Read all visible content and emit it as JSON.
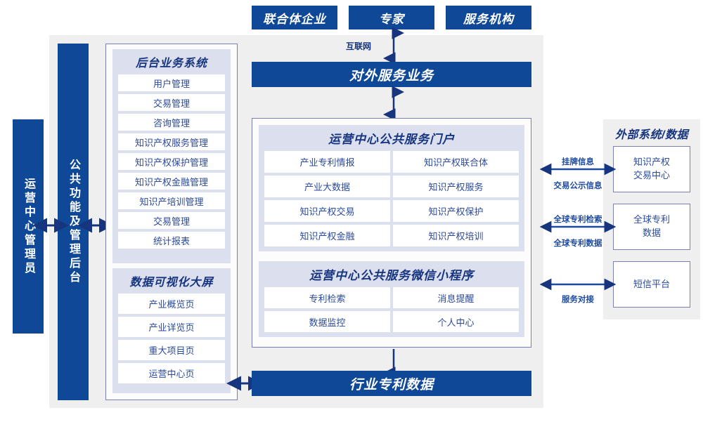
{
  "colors": {
    "brand_blue": "#0E4896",
    "panel_lavender": "#DCDFEE",
    "container_gray": "#EFEFEF",
    "border_purple": "#7B7FB5",
    "text_blue": "#2B4A9B"
  },
  "top_actors": [
    {
      "label": "联合体企业"
    },
    {
      "label": "专家"
    },
    {
      "label": "服务机构"
    }
  ],
  "connectors": {
    "internet_label": "互联网"
  },
  "external_service_bar": {
    "label": "对外服务业务"
  },
  "industry_data_bar": {
    "label": "行业专利数据"
  },
  "left_columns": [
    {
      "label": "运营中心管理员"
    },
    {
      "label": "公共功能及管理后台"
    }
  ],
  "backend_group": {
    "title": "后台业务系统",
    "items": [
      "用户管理",
      "交易管理",
      "咨询管理",
      "知识产权服务管理",
      "知识产权保护管理",
      "知识产权金融管理",
      "知识产培训管理",
      "交易管理",
      "统计报表"
    ]
  },
  "visualization_group": {
    "title": "数据可视化大屏",
    "items": [
      "产业概览页",
      "产业详览页",
      "重大项目页",
      "运营中心页"
    ]
  },
  "portal_group": {
    "title": "运营中心公共服务门户",
    "items": [
      "产业专利情报",
      "知识产权联合体",
      "产业大数据",
      "知识产权服务",
      "知识产权交易",
      "知识产权保护",
      "知识产权金融",
      "知识产权培训"
    ]
  },
  "miniprogram_group": {
    "title": "运营中心公共服务微信小程序",
    "items": [
      "专利检索",
      "消息提醒",
      "数据监控",
      "个人中心"
    ]
  },
  "external_panel": {
    "title": "外部系统/数据",
    "boxes": [
      {
        "line1": "知识产权",
        "line2": "交易中心"
      },
      {
        "line1": "全球专利",
        "line2": "数据"
      },
      {
        "line1": "短信平台",
        "line2": ""
      }
    ],
    "arrow_labels": [
      {
        "above": "挂牌信息",
        "below": "交易公示信息"
      },
      {
        "above": "全球专利检索",
        "below": "全球专利数据"
      },
      {
        "above": "",
        "below": "服务对接"
      }
    ]
  }
}
